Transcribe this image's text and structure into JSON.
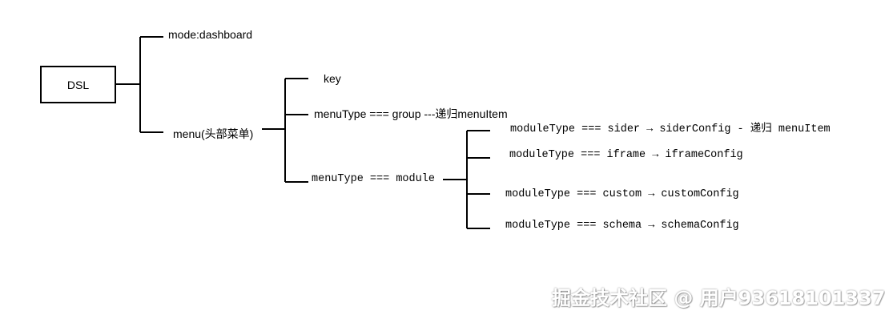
{
  "diagram": {
    "root": {
      "label": "DSL"
    },
    "level1": {
      "mode": "mode:dashboard",
      "menu": "menu(头部菜单)"
    },
    "menu_children": {
      "key": "key",
      "group": "menuType === group ---递归menuItem",
      "module": "menuType === module"
    },
    "module_children": {
      "sider": "moduleType === sider → siderConfig - 递归 menuItem",
      "iframe": "moduleType === iframe → iframeConfig",
      "custom": "moduleType === custom → customConfig",
      "schema": "moduleType === schema → schemaConfig"
    }
  },
  "watermark": "掘金技术社区 @ 用户93618101337",
  "colors": {
    "line": "#000000",
    "background": "#ffffff"
  }
}
